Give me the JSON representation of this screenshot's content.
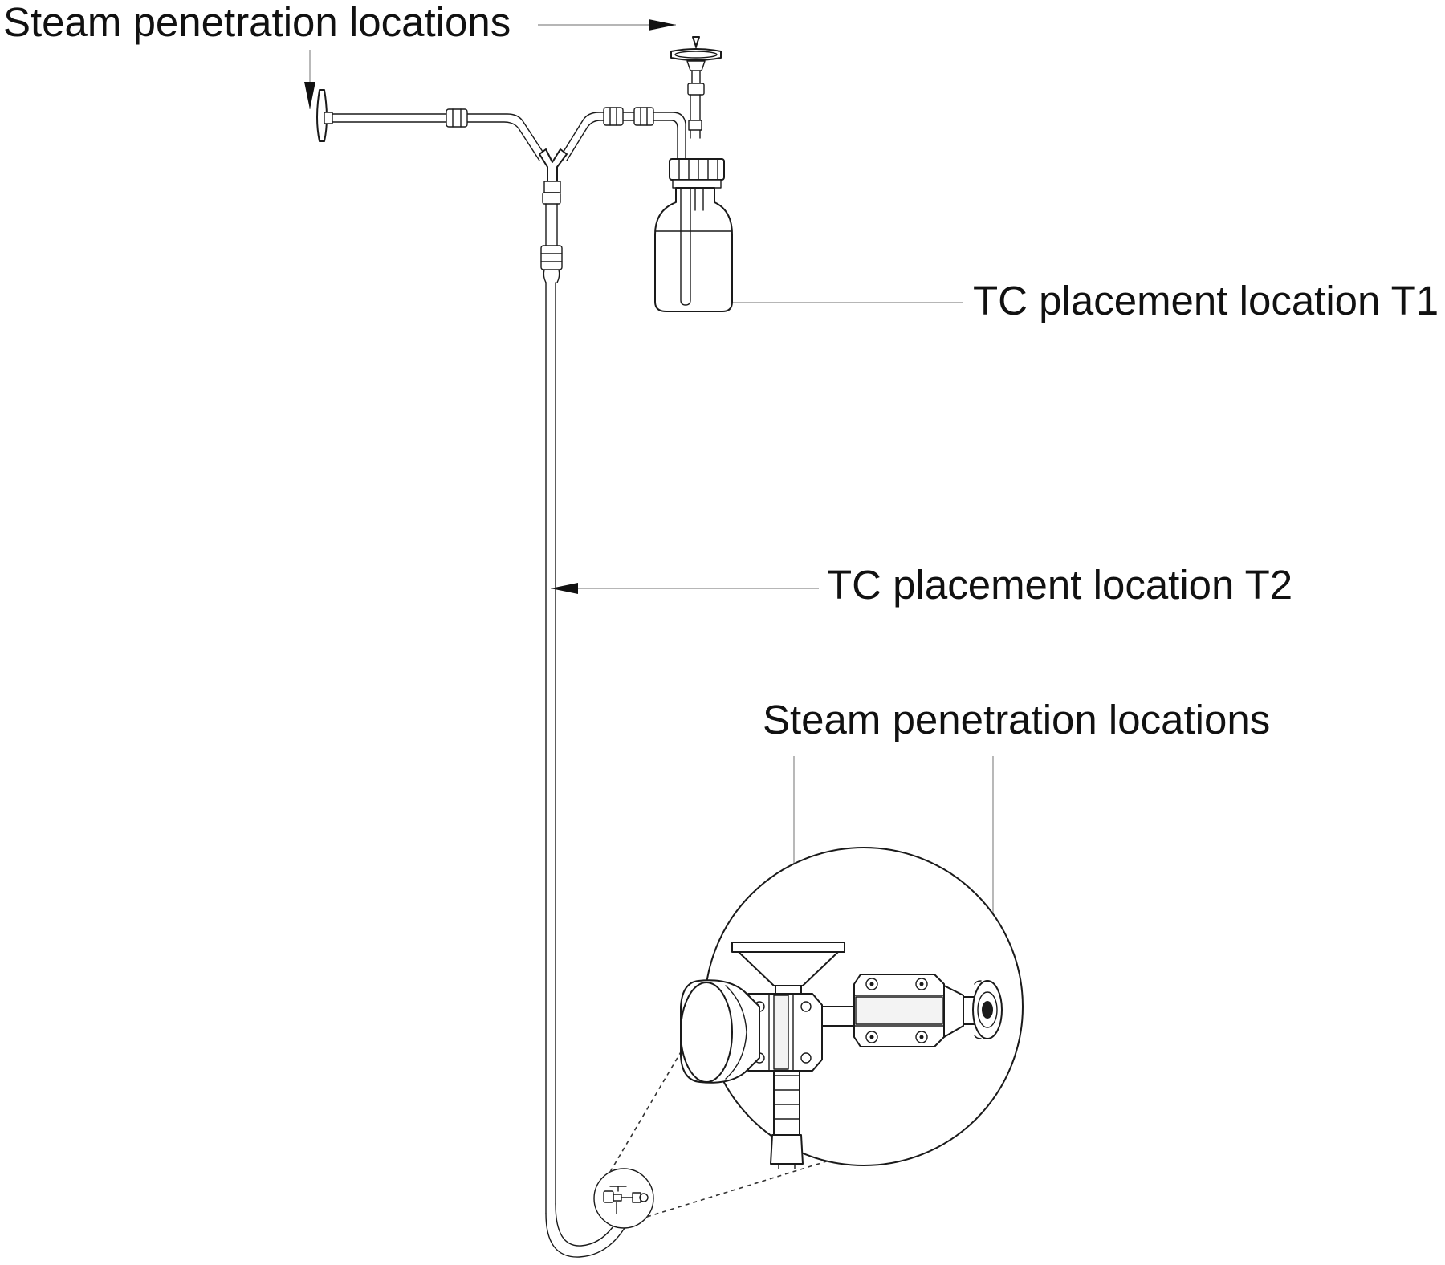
{
  "labels": {
    "steam_top": "Steam penetration locations",
    "tc_t1": "TC placement location T1",
    "tc_t2": "TC placement location T2",
    "steam_bottom": "Steam penetration locations"
  },
  "colors": {
    "line": "#1a1a1a",
    "background": "#ffffff"
  }
}
